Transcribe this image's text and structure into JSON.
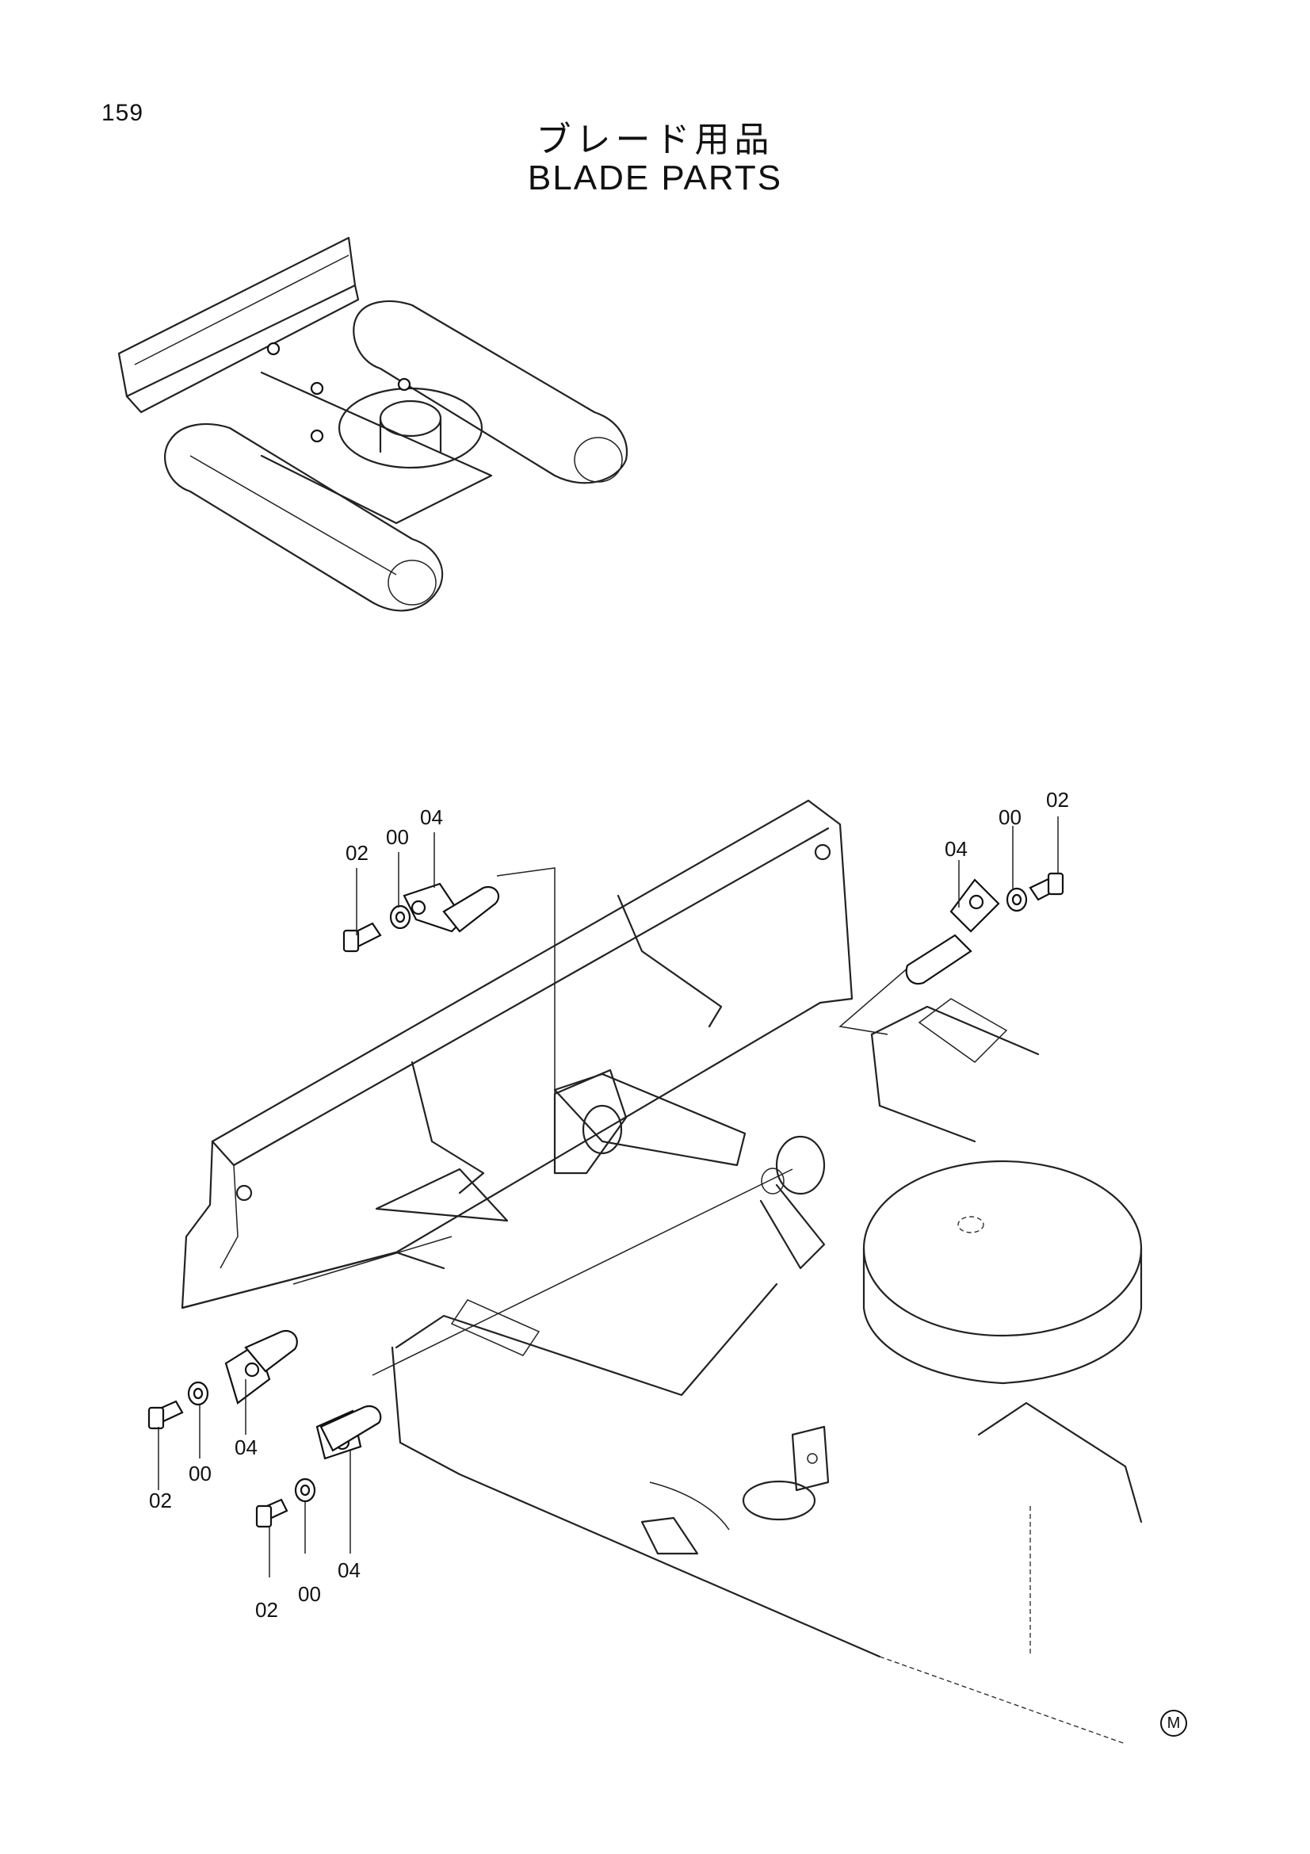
{
  "page": {
    "number": "159"
  },
  "title": {
    "japanese": "ブレード用品",
    "english": "BLADE PARTS"
  },
  "callouts": {
    "top_left": [
      "02",
      "00",
      "04"
    ],
    "top_right": [
      "04",
      "00",
      "02"
    ],
    "bottom_left": [
      "04",
      "00",
      "02"
    ],
    "bottom_mid": [
      "02",
      "00",
      "04"
    ]
  },
  "mark": "M"
}
